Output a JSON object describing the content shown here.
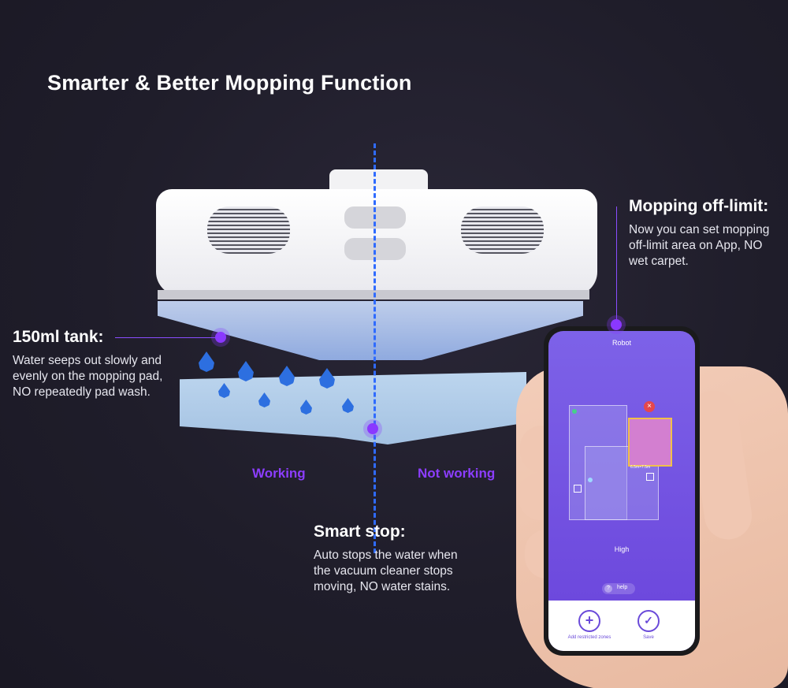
{
  "title": "Smarter & Better Mopping Function",
  "mopping_offlimit": {
    "heading": "Mopping off-limit:",
    "lines": [
      "Now you can set mopping",
      "off-limit area on App, NO",
      "wet carpet."
    ]
  },
  "tank": {
    "heading": "150ml tank:",
    "lines": [
      "Water seeps out slowly and",
      "evenly on the mopping pad,",
      "NO repeatedly pad wash."
    ]
  },
  "labels": {
    "working": "Working",
    "not_working": "Not working"
  },
  "smart_stop": {
    "heading": "Smart stop:",
    "lines": [
      "Auto stops the water when",
      "the vacuum cleaner stops",
      "moving, NO water stains."
    ]
  },
  "app": {
    "header": "Robot",
    "mode": "High",
    "help": "help",
    "size": "6.5m×7.5m",
    "add_zones": "Add restricted zones",
    "save": "Save"
  },
  "colors": {
    "accent_purple": "#8c3dff",
    "dash_blue": "#2f6bff",
    "background": "#1e1c29"
  },
  "icons": [
    "plus-icon",
    "check-icon",
    "close-icon",
    "help-icon"
  ]
}
